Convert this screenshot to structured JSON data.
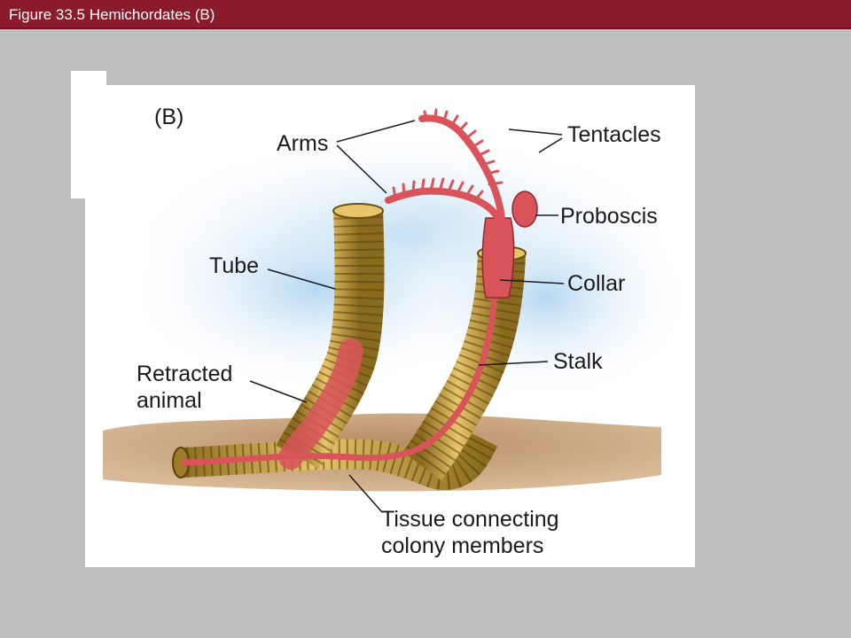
{
  "header": {
    "title": "Figure 33.5 Hemichordates (B)"
  },
  "figure": {
    "panel_label": "(B)",
    "labels": {
      "arms": "Arms",
      "tentacles": "Tentacles",
      "proboscis": "Proboscis",
      "tube": "Tube",
      "collar": "Collar",
      "stalk": "Stalk",
      "retracted_line1": "Retracted",
      "retracted_line2": "animal",
      "tissue_line1": "Tissue connecting",
      "tissue_line2": "colony members"
    }
  }
}
